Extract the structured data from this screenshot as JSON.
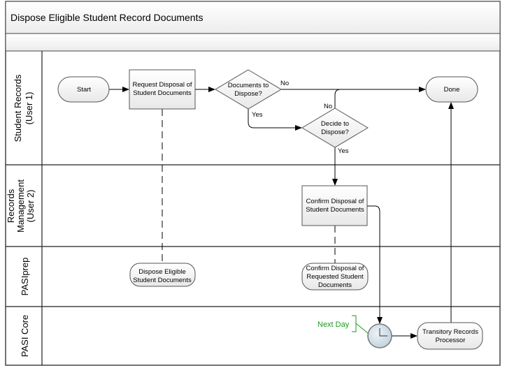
{
  "title": "Dispose Eligible Student Record Documents",
  "lanes": [
    {
      "line1": "Student Records",
      "line2": "(User 1)"
    },
    {
      "line1": "Records",
      "line2": "Management",
      "line3": "(User 2)"
    },
    {
      "line1": "PASIprep"
    },
    {
      "line1": "PASI Core"
    }
  ],
  "nodes": {
    "start": "Start",
    "request": {
      "line1": "Request Disposal of",
      "line2": "Student Documents"
    },
    "docs_decision": {
      "line1": "Documents to",
      "line2": "Dispose?"
    },
    "done": "Done",
    "decide": {
      "line1": "Decide to",
      "line2": "Dispose?"
    },
    "confirm": {
      "line1": "Confirm Disposal of",
      "line2": "Student Documents"
    },
    "dispose_eligible": {
      "line1": "Dispose Eligible",
      "line2": "Student Documents"
    },
    "confirm_requested": {
      "line1": "Confirm Disposal of",
      "line2": "Requested Student",
      "line3": "Documents"
    },
    "transitory": {
      "line1": "Transitory Records",
      "line2": "Processor"
    }
  },
  "labels": {
    "docs_no": "No",
    "docs_yes": "Yes",
    "decide_no": "No",
    "decide_yes": "Yes",
    "timer": "Next Day"
  },
  "colors": {
    "annotation": "#1a9a1a",
    "timer_fill": "#d5e3ee"
  }
}
